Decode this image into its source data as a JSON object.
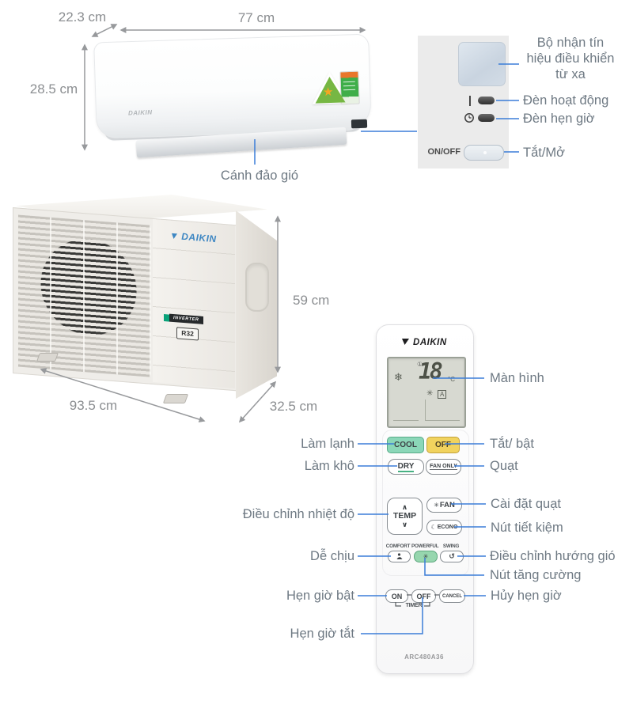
{
  "indoor_unit": {
    "brand": "DAIKIN",
    "dims": {
      "depth": "22.3 cm",
      "width": "77 cm",
      "height": "28.5 cm"
    },
    "flap_label": "Cánh đảo gió"
  },
  "panel_detail": {
    "receiver_label_lines": [
      "Bộ nhận tín",
      "hiệu điều khiển",
      "từ xa"
    ],
    "power_mark": "|",
    "operation_led_label": "Đèn hoạt động",
    "timer_led_label": "Đèn hẹn giờ",
    "onoff_text": "ON/OFF",
    "onoff_label": "Tắt/Mở"
  },
  "outdoor_unit": {
    "brand": "DAIKIN",
    "inverter_badge": "INVERTER",
    "refrigerant_badge": "R32",
    "dims": {
      "width": "93.5 cm",
      "height": "59 cm",
      "depth": "32.5 cm"
    }
  },
  "remote": {
    "brand": "DAIKIN",
    "model": "ARC480A36",
    "lcd": {
      "temperature": "18",
      "unit": "°C",
      "mode": "A",
      "icons": {
        "snowflake": "❄",
        "fan": "✳",
        "power": "①"
      }
    },
    "buttons": {
      "cool": "COOL",
      "off": "OFF",
      "dry": "DRY",
      "fan_only": "FAN ONLY",
      "temp": "TEMP",
      "temp_up": "∧",
      "temp_down": "∨",
      "fan": "FAN",
      "econo": "ECONO",
      "comfort": "COMFORT",
      "powerful": "POWERFUL",
      "swing": "SWING",
      "timer_on": "ON",
      "timer_off": "OFF",
      "cancel": "CANCEL",
      "timer_group": "TIMER",
      "fan_icon": "✳",
      "powerful_icon": "✳",
      "swing_icon": "↺"
    },
    "annotations": {
      "screen": "Màn hình",
      "cooling": "Làm lạnh",
      "power": "Tắt/ bật",
      "drying": "Làm khô",
      "fan": "Quạt",
      "temperature": "Điều chỉnh nhiệt độ",
      "fan_setting": "Cài đặt quạt",
      "econo": "Nút tiết kiệm",
      "comfort": "Dễ chịu",
      "wind_direction": "Điều chỉnh hướng gió",
      "powerful": "Nút tăng cường",
      "timer_on": "Hẹn giờ bật",
      "timer_cancel": "Hủy hẹn giờ",
      "timer_off": "Hẹn giờ tắt"
    }
  },
  "colors": {
    "annotation_line": "#3b7dd8",
    "dimension_arrow": "#97999c",
    "cool_button": "#8bd7b8",
    "off_button": "#f1d35e",
    "powerful_button": "#96d6ae",
    "daikin_blue": "#3e87c3",
    "inverter_green": "#0aa37a",
    "energy_triangle_green": "#76b743",
    "energy_star_orange": "#f5a623"
  }
}
